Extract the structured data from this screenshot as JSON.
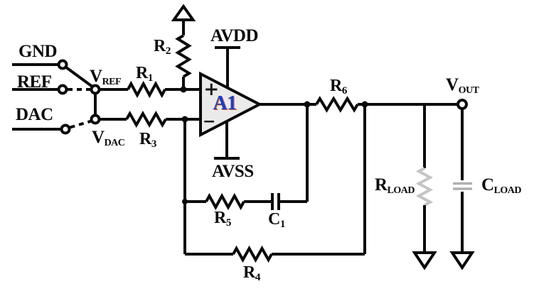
{
  "colors": {
    "wire": "#0a0a0a",
    "opamp_fill": "#eaeaea",
    "a1_text": "#1c3dc8",
    "a1_outline": "#d2691e",
    "load_gray": "#c4c4c4",
    "cap_gray": "#b0b0b0"
  },
  "labels": {
    "gnd": "GND",
    "ref": "REF",
    "dac": "DAC",
    "v_ref": {
      "main": "V",
      "sub": "REF"
    },
    "v_dac": {
      "main": "V",
      "sub": "DAC"
    },
    "r1": {
      "main": "R",
      "sub": "1"
    },
    "r2": {
      "main": "R",
      "sub": "2"
    },
    "r3": {
      "main": "R",
      "sub": "3"
    },
    "r4": {
      "main": "R",
      "sub": "4"
    },
    "r5": {
      "main": "R",
      "sub": "5"
    },
    "r6": {
      "main": "R",
      "sub": "6"
    },
    "c1": {
      "main": "C",
      "sub": "1"
    },
    "avdd": "AVDD",
    "avss": "AVSS",
    "a1": "A1",
    "plus": "+",
    "minus": "−",
    "v_out": {
      "main": "V",
      "sub": "OUT"
    },
    "r_load": {
      "main": "R",
      "sub": "LOAD"
    },
    "c_load": {
      "main": "C",
      "sub": "LOAD"
    }
  }
}
